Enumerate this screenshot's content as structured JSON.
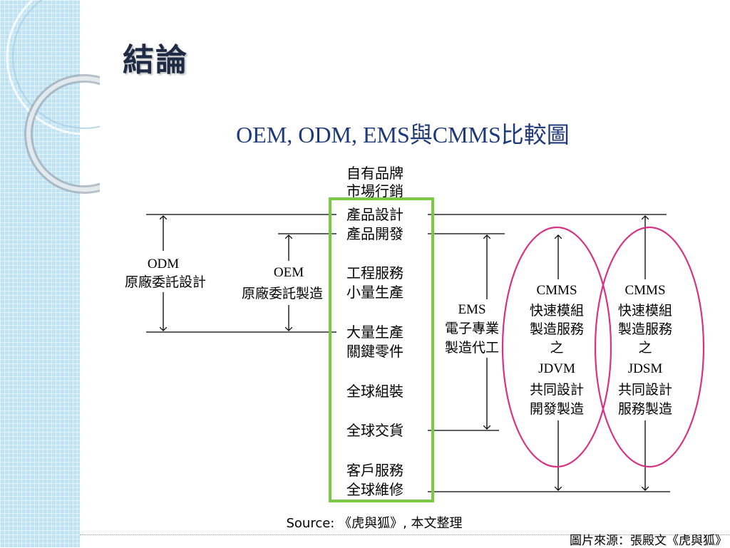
{
  "slide": {
    "title": "結論",
    "credit": "圖片來源：張殿文《虎與狐》"
  },
  "diagram": {
    "title": "OEM, ODM, EMS與CMMS比較圖",
    "source": "Source: 《虎與狐》, 本文整理",
    "stages": [
      [
        "自有品牌",
        "市場行銷"
      ],
      [
        "產品設計",
        "產品開發"
      ],
      [
        "工程服務",
        "小量生產"
      ],
      [
        "大量生產",
        "關鍵零件"
      ],
      [
        "全球組裝"
      ],
      [
        "全球交貨"
      ],
      [
        "客戶服務",
        "全球維修"
      ]
    ],
    "odm": [
      "ODM",
      "原廠委託設計"
    ],
    "oem": [
      "OEM",
      "原廠委託製造"
    ],
    "ems": [
      "EMS",
      "電子專業",
      "製造代工"
    ],
    "jdvm": [
      "CMMS",
      "快速模組",
      "製造服務",
      "之",
      "JDVM",
      "共同設計",
      "開發製造"
    ],
    "jdsm": [
      "CMMS",
      "快速模組",
      "製造服務",
      "之",
      "JDSM",
      "共同設計",
      "服務製造"
    ],
    "colors": {
      "highlight_box": "#7ac943",
      "ellipse": "#d63384",
      "title": "#1f3a7a"
    }
  }
}
